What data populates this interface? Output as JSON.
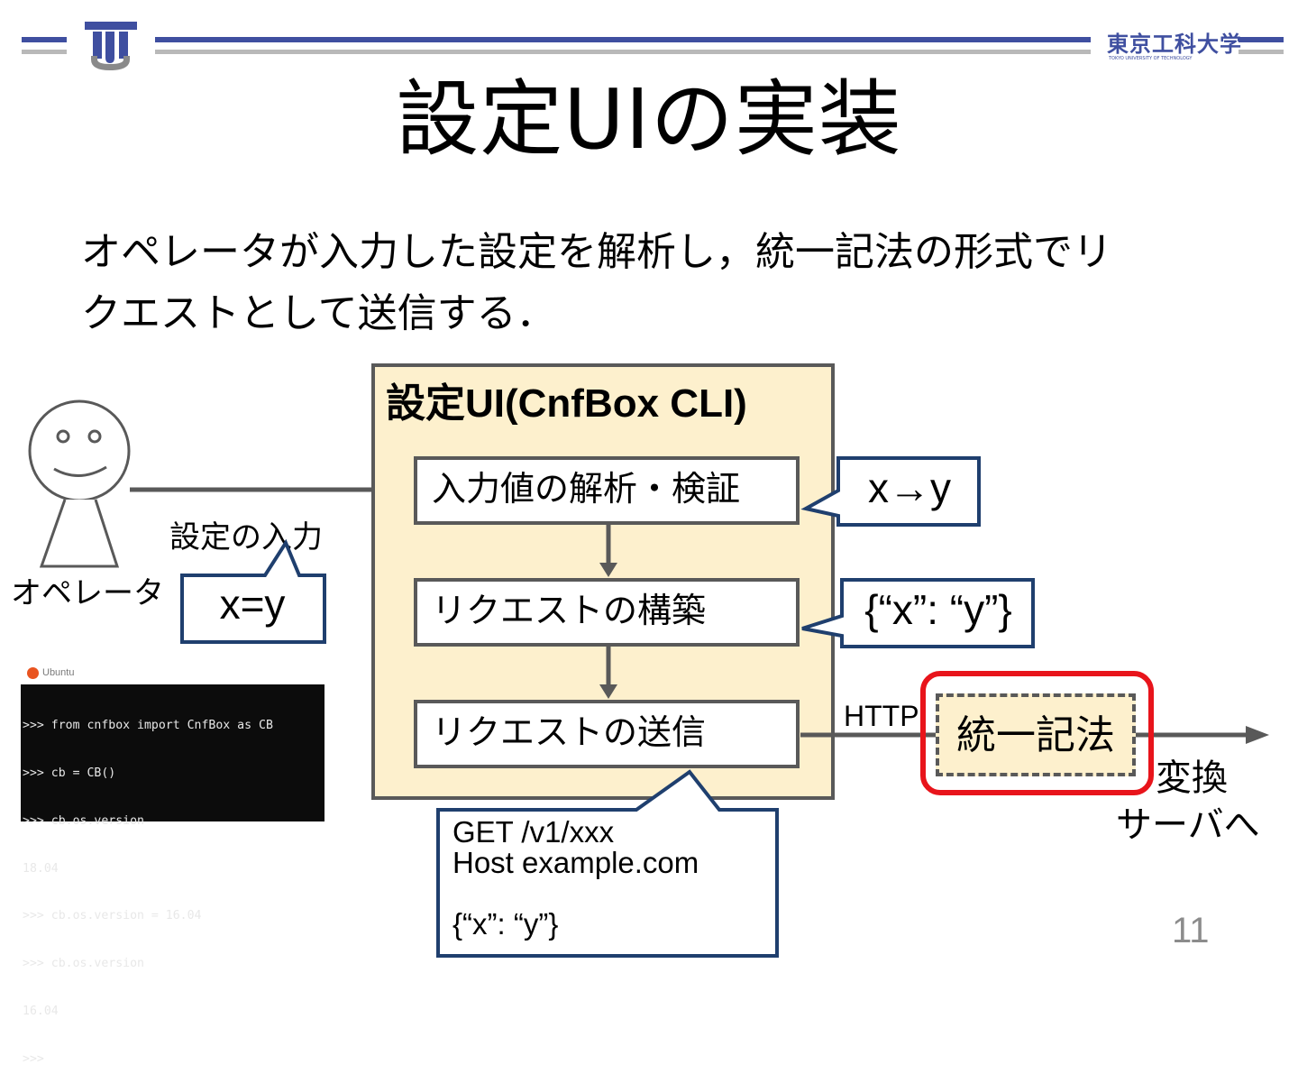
{
  "header": {
    "logo_letter": "T",
    "university_name": "東京工科大学",
    "university_name_en": "TOKYO UNIVERSITY OF TECHNOLOGY"
  },
  "slide": {
    "title": "設定UIの実装",
    "body_line1": "オペレータが入力した設定を解析し，統一記法の形式でリ",
    "body_line2": "クエストとして送信する．",
    "page_number": "11"
  },
  "diagram": {
    "operator_label": "オペレータ",
    "input_label": "設定の入力",
    "input_callout": "x=y",
    "ui_box_title": "設定UI(CnfBox CLI)",
    "steps": [
      "入力値の解析・検証",
      "リクエストの構築",
      "リクエストの送信"
    ],
    "parse_callout": "x→y",
    "build_callout": "{“x”: “y”}",
    "http_label": "HTTP",
    "unified_notation_label": "統一記法",
    "destination_line1": "変換",
    "destination_line2": "サーバへ",
    "request_callout_lines": [
      "GET /v1/xxx",
      "Host example.com",
      "",
      "{“x”: “y”}"
    ]
  },
  "terminal": {
    "window_title": "Ubuntu",
    "lines": [
      ">>> from cnfbox import CnfBox as CB",
      ">>> cb = CB()",
      ">>> cb.os.version",
      "18.04",
      ">>> cb.os.version = 16.04",
      ">>> cb.os.version",
      "16.04",
      ">>>"
    ]
  },
  "colors": {
    "header_blue": "#3f4fa0",
    "ui_box_fill": "#fdf0cd",
    "callout_border": "#1f3f6e",
    "highlight_red": "#e8141b",
    "box_border": "#595959"
  }
}
